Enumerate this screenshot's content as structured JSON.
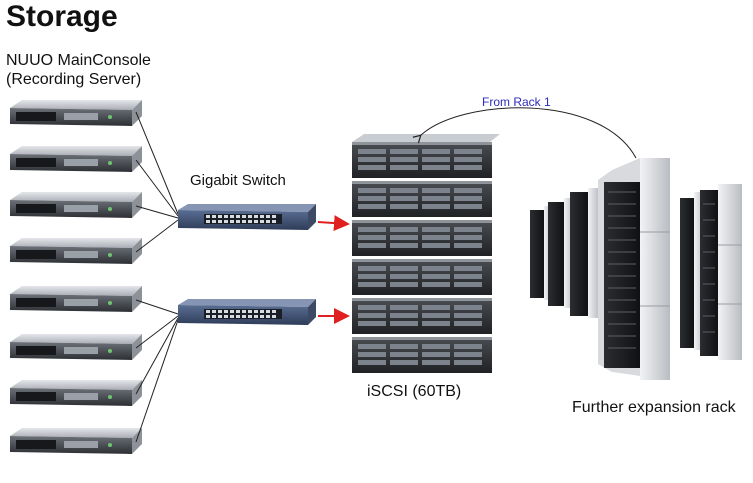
{
  "title": "Storage",
  "recording_server": {
    "line1": "NUUO MainConsole",
    "line2": "(Recording Server)",
    "server_count": 8
  },
  "switch": {
    "label": "Gigabit Switch",
    "count": 2
  },
  "iscsi": {
    "label": "iSCSI (60TB)",
    "unit_count": 6
  },
  "expansion": {
    "label": "Further expansion rack"
  },
  "arrow_label": "From Rack 1",
  "colors": {
    "connection_arrow": "#e02020",
    "from_rack_text": "#2d2dbf",
    "line": "#222222"
  }
}
